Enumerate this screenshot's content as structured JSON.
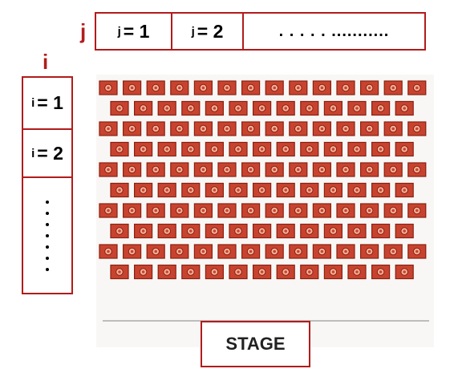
{
  "axes": {
    "j_label": "j",
    "i_label": "i"
  },
  "column_header": {
    "cells": [
      {
        "prefix": "j",
        "value": "= 1"
      },
      {
        "prefix": "j",
        "value": "= 2"
      },
      {
        "text": ". . . . . ..........."
      }
    ]
  },
  "row_header": {
    "cells": [
      {
        "prefix": "i",
        "value": "= 1"
      },
      {
        "prefix": "i",
        "value": "= 2"
      }
    ],
    "continuation_dots": 7
  },
  "seating": {
    "rows": [
      14,
      13,
      14,
      13,
      14,
      13,
      14,
      13,
      14,
      13
    ],
    "seat_color": "#c8432f",
    "seat_border_color": "#8a2010",
    "seat_inner_color": "#f3b39a"
  },
  "stage_label": "STAGE",
  "colors": {
    "accent": "#b31b1b"
  }
}
